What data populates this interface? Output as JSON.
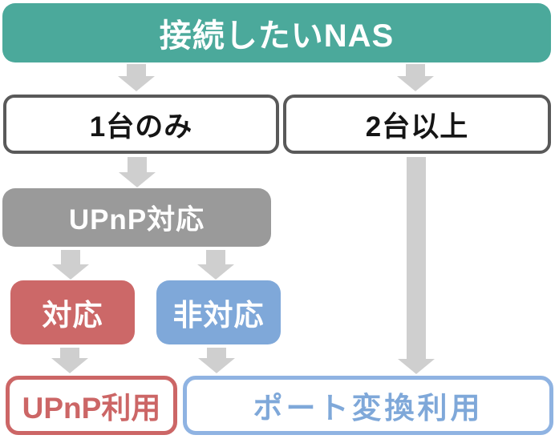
{
  "diagram": {
    "root": {
      "label": "接続したいNAS"
    },
    "branches": [
      {
        "label": "1台のみ"
      },
      {
        "label": "2台以上"
      }
    ],
    "upnp_check": {
      "label": "UPnP対応"
    },
    "upnp_results": [
      {
        "label": "対応"
      },
      {
        "label": "非対応"
      }
    ],
    "outcomes": [
      {
        "label": "UPnP利用"
      },
      {
        "label": "ポート変換利用"
      }
    ],
    "colors": {
      "root_bg": "#4BA99B",
      "check_bg": "#9A9A9A",
      "supported_bg": "#CC6868",
      "not_supported_bg": "#7FA8D9",
      "branch_border": "#595959",
      "outcome_upnp_border": "#CC6666",
      "outcome_port_border": "#8FB3E2",
      "outcome_port_text": "#7FA8D9",
      "arrow": "#CFCFCF"
    }
  }
}
